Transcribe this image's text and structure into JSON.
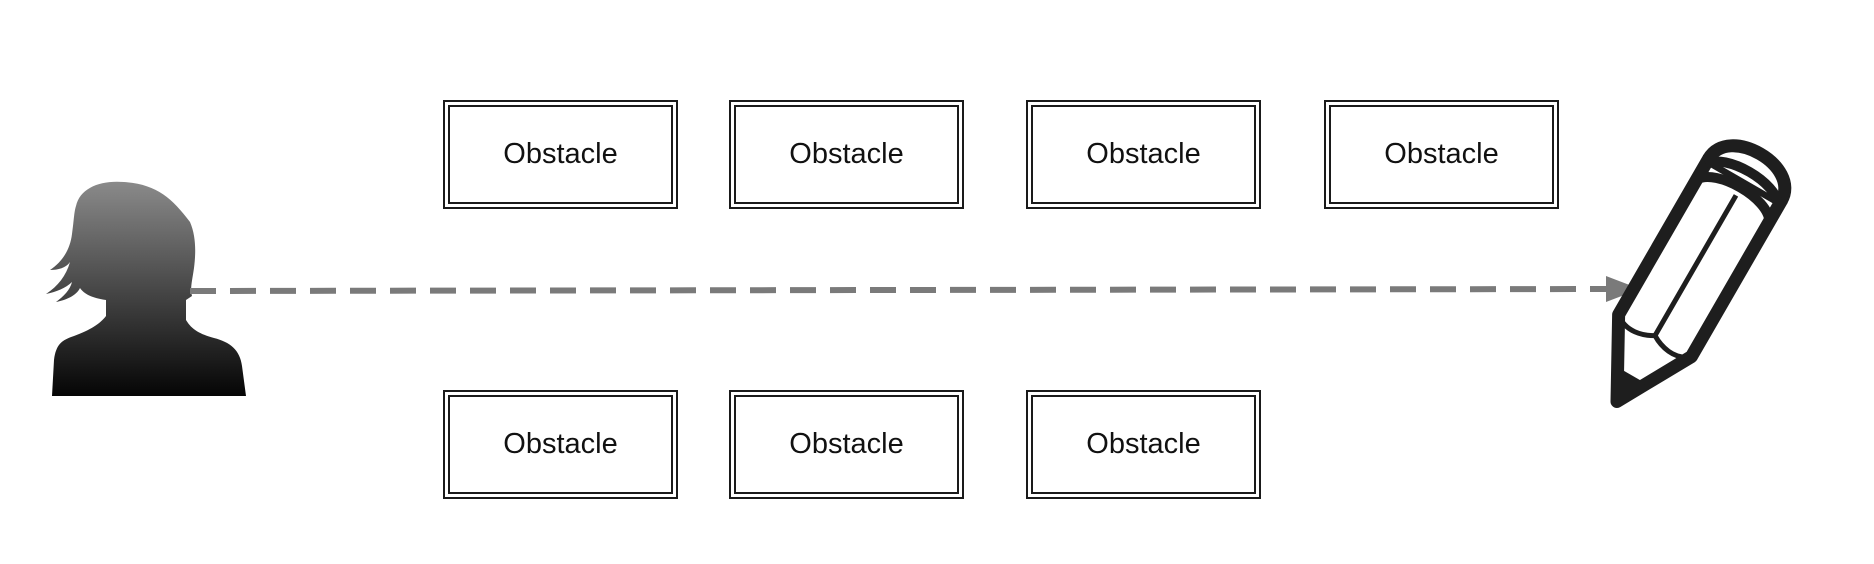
{
  "obstacles": {
    "top": [
      {
        "label": "Obstacle"
      },
      {
        "label": "Obstacle"
      },
      {
        "label": "Obstacle"
      },
      {
        "label": "Obstacle"
      }
    ],
    "bottom": [
      {
        "label": "Obstacle"
      },
      {
        "label": "Obstacle"
      },
      {
        "label": "Obstacle"
      }
    ]
  },
  "icons": {
    "person": "person-silhouette-icon",
    "pencil": "pencil-icon"
  },
  "colors": {
    "arrow": "#7a7a7a",
    "outline": "#1a1a1a",
    "silhouette_top": "#8a8a8a",
    "silhouette_bottom": "#050505"
  }
}
